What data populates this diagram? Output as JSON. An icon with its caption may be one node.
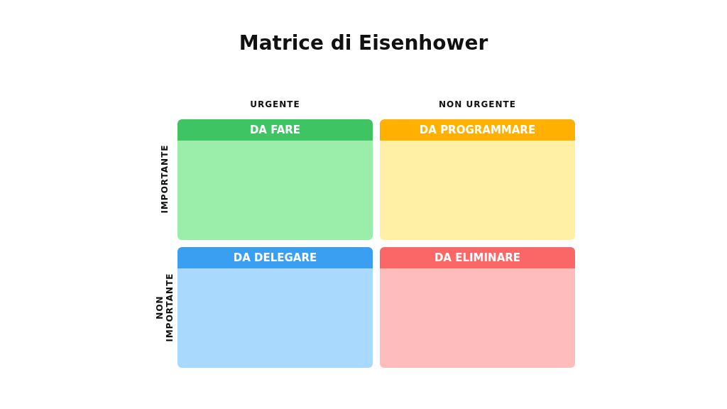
{
  "diagram": {
    "title": "Matrice di Eisenhower",
    "nodes": [
      {
        "text": [
          "DA FARE"
        ]
      },
      {
        "text": [
          "DA PROGRAMMARE"
        ]
      },
      {
        "text": [
          "DA DELEGARE"
        ]
      },
      {
        "text": [
          "DA ELIMINARE"
        ]
      }
    ],
    "labels": [
      "URGENTE",
      "NON URGENTE",
      "IMPORTANTE",
      "NON IMPORTANTE"
    ]
  }
}
